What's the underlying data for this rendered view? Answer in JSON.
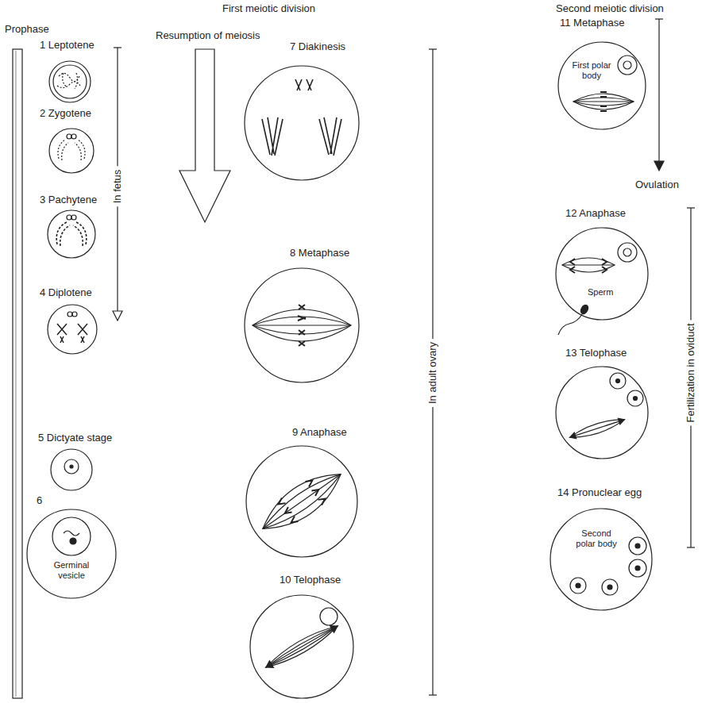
{
  "diagram": {
    "nodes": [
      {
        "text": [
          "1 Leptotene"
        ]
      },
      {
        "text": [
          "2 Zygotene"
        ]
      },
      {
        "text": [
          "3 Pachytene"
        ]
      },
      {
        "text": [
          "4 Diplotene"
        ]
      },
      {
        "text": [
          "5 Dictyate stage"
        ]
      },
      {
        "text": [
          "6",
          "Germinal vesicle"
        ]
      },
      {
        "text": [
          "7 Diakinesis"
        ]
      },
      {
        "text": [
          "8 Metaphase"
        ]
      },
      {
        "text": [
          "9 Anaphase"
        ]
      },
      {
        "text": [
          "10 Telophase"
        ]
      },
      {
        "text": [
          "11 Metaphase",
          "First polar body"
        ]
      },
      {
        "text": [
          "12 Anaphase",
          "Sperm"
        ]
      },
      {
        "text": [
          "13 Telophase"
        ]
      },
      {
        "text": [
          "14 Pronuclear egg",
          "Second polar body"
        ]
      }
    ],
    "labels": [
      "First meiotic division",
      "Prophase",
      "In fetus",
      "Resumption of meiosis",
      "In adult ovary",
      "Second meiotic division",
      "Ovulation",
      "Fertilization in oviduct"
    ]
  }
}
